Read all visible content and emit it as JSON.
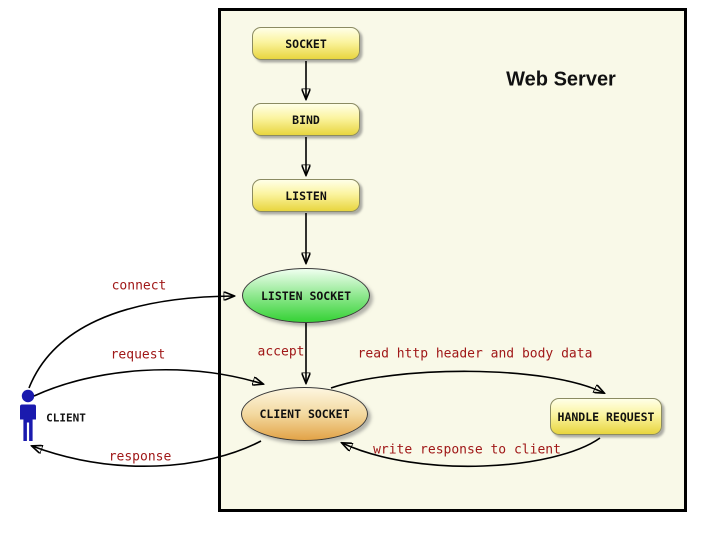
{
  "title": "Web Server",
  "nodes": {
    "socket": "SOCKET",
    "bind": "BIND",
    "listen": "LISTEN",
    "listen_socket": "LISTEN SOCKET",
    "client_socket": "CLIENT SOCKET",
    "handle_request": "HANDLE REQUEST"
  },
  "actor": {
    "label": "CLIENT"
  },
  "edges": {
    "connect": "connect",
    "request": "request",
    "response": "response",
    "accept": "accept",
    "read_http": "read http header and body data",
    "write_response": "write response to client"
  },
  "colors": {
    "canvas-bg": "#ffffff",
    "server-bg": "#f9f9e8",
    "server-border": "#000000",
    "box-yellow-top": "#ffffe8",
    "box-yellow-bottom": "#e8d53f",
    "ellipse-green-top": "#f0fff0",
    "ellipse-green-bottom": "#3ed43e",
    "ellipse-orange-top": "#fdf6e0",
    "ellipse-orange-bottom": "#e2a347",
    "edge-label": "#a01818",
    "edge-line": "#000000",
    "actor-blue": "#1a1aae",
    "node-border": "#8b8b62"
  }
}
